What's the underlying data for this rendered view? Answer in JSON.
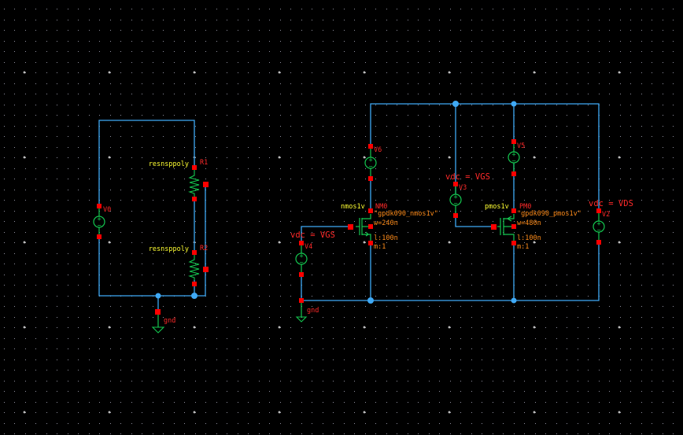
{
  "app": {
    "view": "schematic-editor-canvas"
  },
  "colors": {
    "background": "#000000",
    "grid_dot": "#8e8e9e",
    "grid_major": "#ffffff",
    "wire": "#3fa9f5",
    "symbol": "#14c850",
    "pin": "#ff0000",
    "instance_name": "#ff2a2a",
    "cell_name": "#ffff33",
    "param": "#ff8c1a",
    "net_label": "#ff2a2a"
  },
  "components": {
    "V0": {
      "name": "V0",
      "type": "vdc"
    },
    "R1": {
      "name": "R1",
      "cell": "resnsppoly"
    },
    "R2": {
      "name": "R2",
      "cell": "resnsppoly"
    },
    "gnd_left": {
      "label": "gnd"
    },
    "V6": {
      "name": "V6",
      "type": "vdc"
    },
    "V4": {
      "name": "V4",
      "param": "vdc = VGS"
    },
    "gnd_mid": {
      "label": "gnd"
    },
    "NM0": {
      "name": "NM0",
      "cell": "nmos1v",
      "model": "\"gpdk090_nmos1v\"",
      "w": "w=240n",
      "l": "l:100n",
      "m": "m:1"
    },
    "V3": {
      "name": "V3",
      "param": "vdc = VGS"
    },
    "V5": {
      "name": "V5",
      "type": "vdc"
    },
    "PM0": {
      "name": "PM0",
      "cell": "pmos1v",
      "model": "\"gpdk090_pmos1v\"",
      "w": "w=480n",
      "l": "l:100n",
      "m": "m:1"
    },
    "V2": {
      "name": "V2",
      "param": "vdc = VDS"
    }
  }
}
